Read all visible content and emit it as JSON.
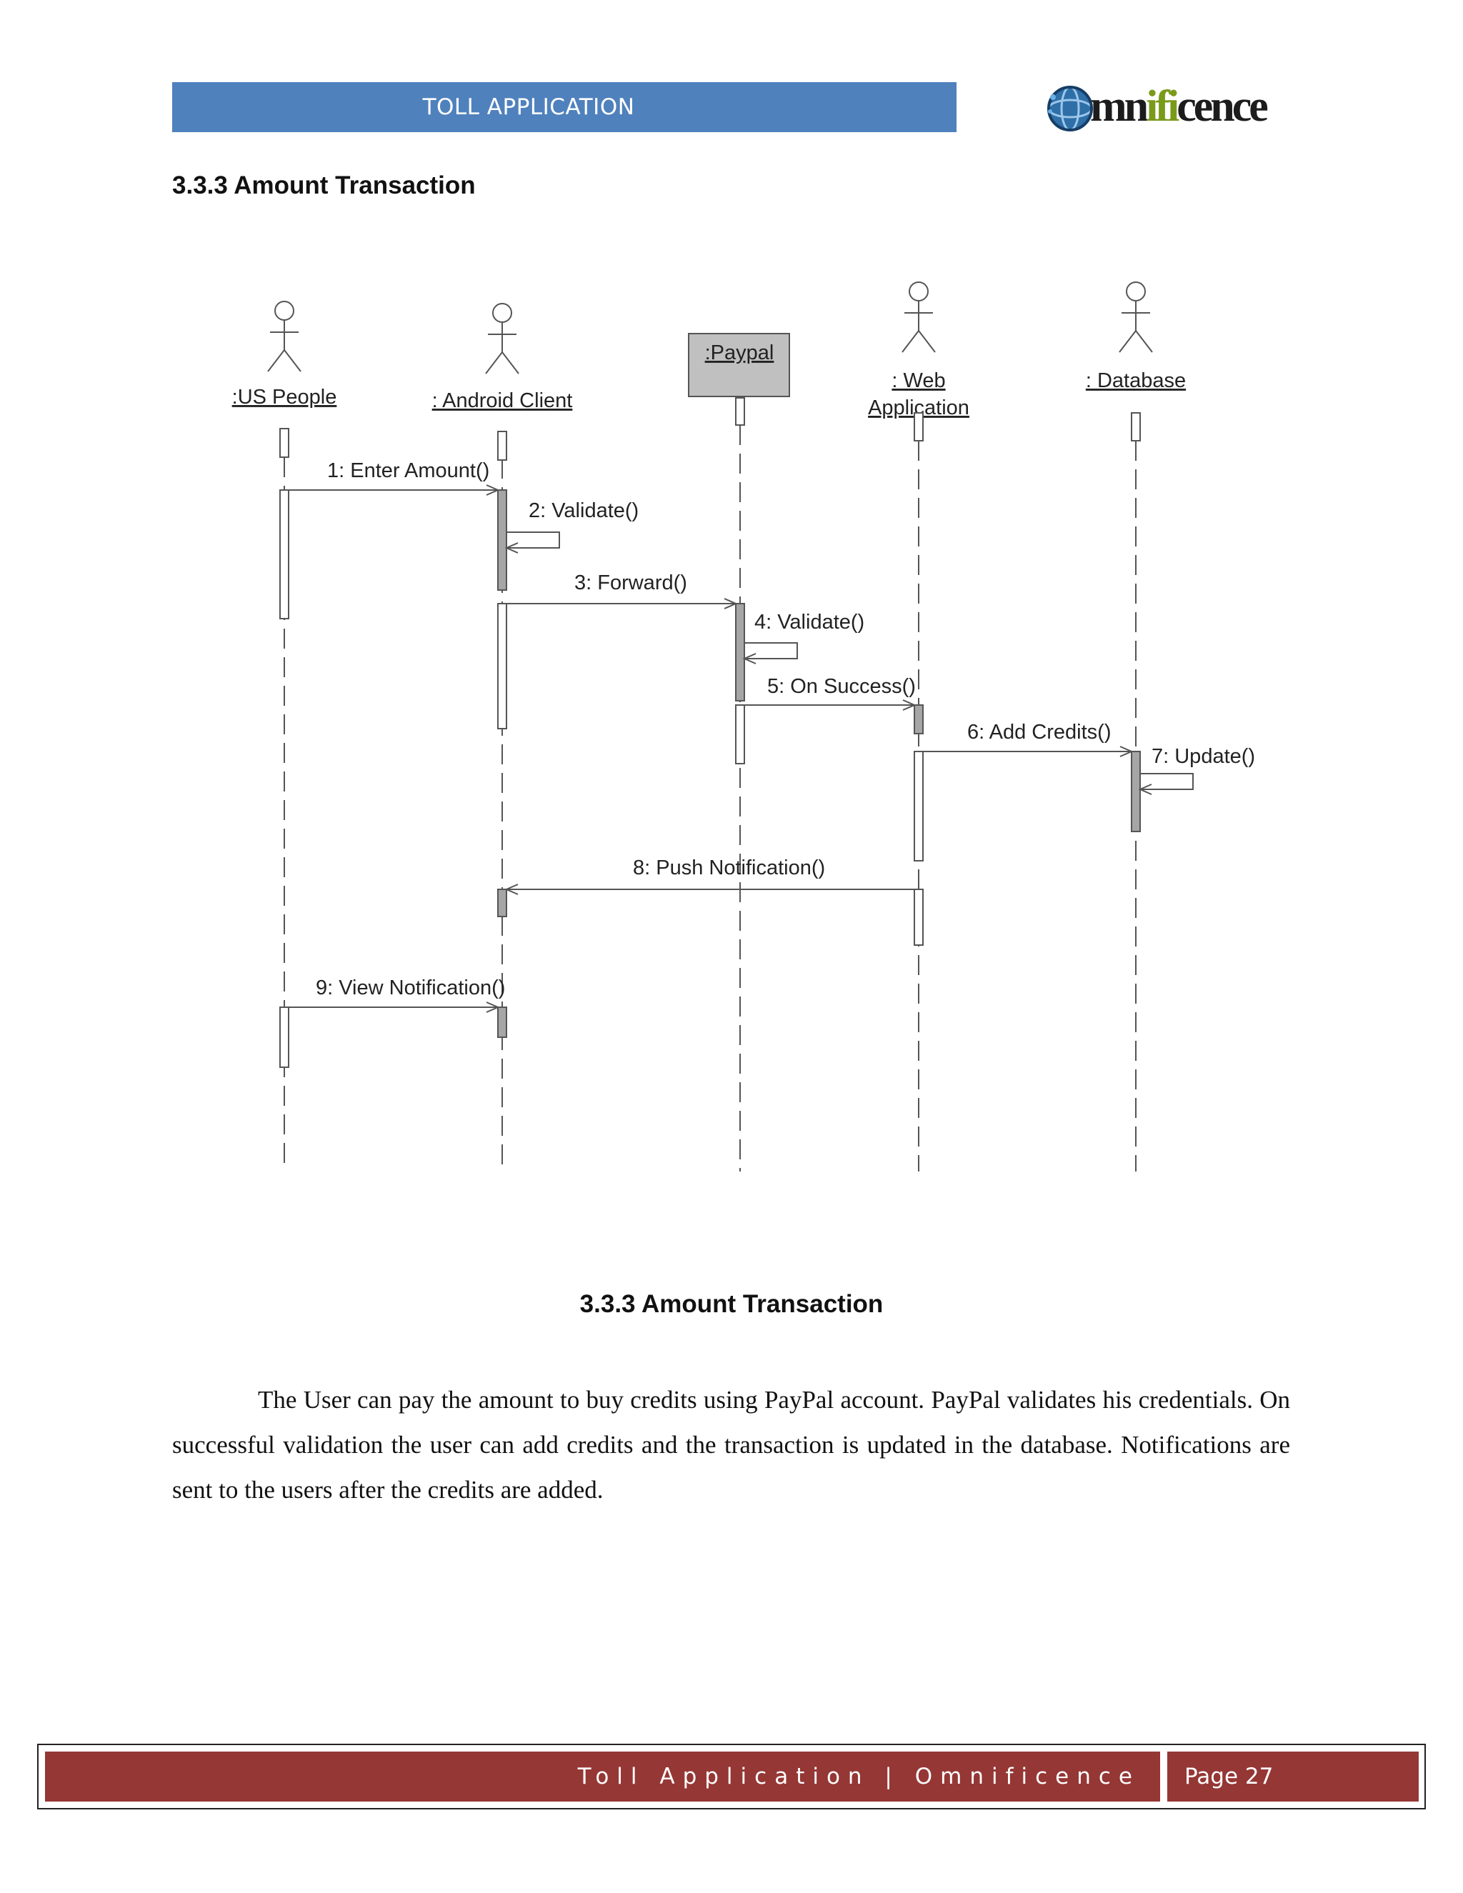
{
  "header": {
    "title": "TOLL APPLICATION"
  },
  "logo": {
    "pre": "mn",
    "mid": "ifi",
    "post": "cence"
  },
  "section": {
    "heading": "3.3.3 Amount Transaction"
  },
  "diagram": {
    "lifelines": [
      {
        "label": ":US People",
        "kind": "actor"
      },
      {
        "label": ": Android Client",
        "kind": "actor"
      },
      {
        "label": ":Paypal",
        "kind": "object"
      },
      {
        "label": ": Web",
        "label2": "Application",
        "kind": "actor"
      },
      {
        "label": ": Database",
        "kind": "actor"
      }
    ],
    "messages": [
      {
        "label": "1: Enter Amount()",
        "from": 0,
        "to": 1
      },
      {
        "label": "2: Validate()",
        "from": 1,
        "to": 1
      },
      {
        "label": "3: Forward()",
        "from": 1,
        "to": 2
      },
      {
        "label": "4: Validate()",
        "from": 2,
        "to": 2
      },
      {
        "label": "5: On Success()",
        "from": 2,
        "to": 3
      },
      {
        "label": "6: Add Credits()",
        "from": 3,
        "to": 4
      },
      {
        "label": "7: Update()",
        "from": 4,
        "to": 4
      },
      {
        "label": "8: Push Notification()",
        "from": 3,
        "to": 1
      },
      {
        "label": "9: View Notification()",
        "from": 0,
        "to": 1
      }
    ],
    "colors": {
      "line": "#555555",
      "activation_fill": "#a6a6a6",
      "object_fill": "#c0c0c0"
    }
  },
  "caption": "3.3.3 Amount Transaction",
  "body": "The User can pay the amount to buy credits using PayPal account. PayPal validates his credentials. On successful validation the user can add credits and the transaction is updated in the database. Notifications are sent to the users after the credits are added.",
  "footer": {
    "text": "Toll Application | Omnificence",
    "page": "Page 27",
    "color": "#953735"
  }
}
